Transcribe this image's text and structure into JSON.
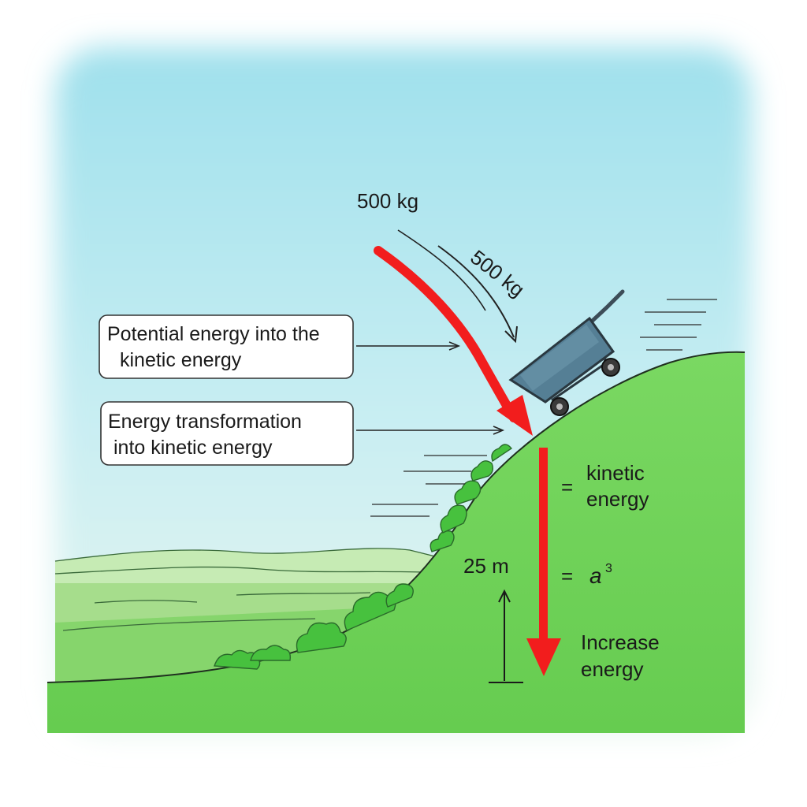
{
  "labels": {
    "mass_top": "500 kg",
    "mass_slope": "500 kg",
    "box1_line1": "Potential energy into the",
    "box1_line2": "kinetic energy",
    "box2_line1": "Energy transformation",
    "box2_line2": "into kinetic energy",
    "eq1_sign": "=",
    "eq1_line1": "kinetic",
    "eq1_line2": "energy",
    "eq2_sign": "=",
    "eq2_expr": "a",
    "eq2_exp": "3",
    "height": "25 m",
    "increase_line1": "Increase",
    "increase_line2": "energy"
  },
  "colors": {
    "sky": "#a8e4ee",
    "grass": "#6fd35a",
    "far_hills": "#b8e6a8",
    "bushes": "#45c23f",
    "arrow_red": "#f21d1d",
    "cart_body": "#4f7a8f"
  }
}
